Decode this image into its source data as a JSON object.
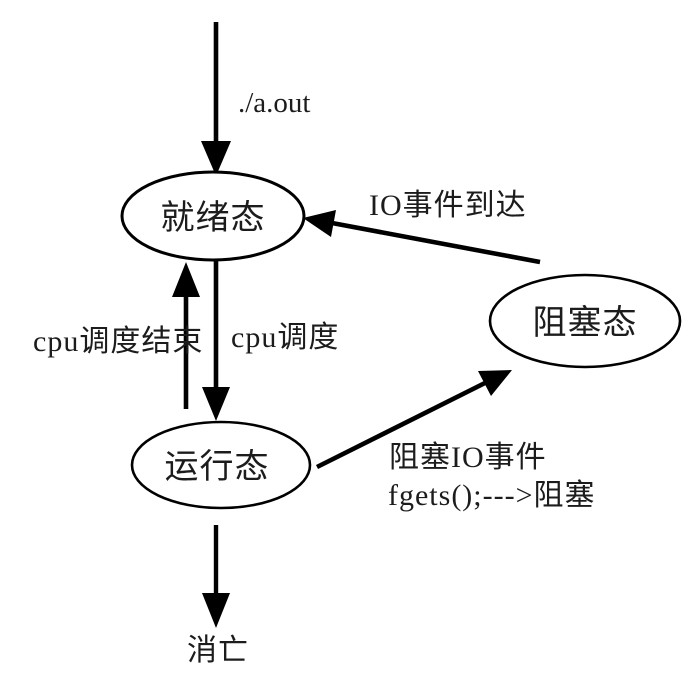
{
  "diagram": {
    "background_color": "#ffffff",
    "line_color": "#000000",
    "text_color": "#1c1c1c",
    "nodes": {
      "ready": {
        "label": "就绪态"
      },
      "running": {
        "label": "运行态"
      },
      "blocked": {
        "label": "阻塞态"
      }
    },
    "edges": {
      "launch": {
        "label": "./a.out",
        "from": "start",
        "to": "ready"
      },
      "io_arrival": {
        "label": "IO事件到达",
        "from": "blocked",
        "to": "ready"
      },
      "cpu_schedule": {
        "label": "cpu调度",
        "from": "ready",
        "to": "running"
      },
      "cpu_schedule_end": {
        "label": "cpu调度结束",
        "from": "running",
        "to": "ready"
      },
      "block_io": {
        "label_line1": "阻塞IO事件",
        "label_line2": "fgets();--->阻塞",
        "from": "running",
        "to": "blocked"
      },
      "terminate": {
        "label": "消亡",
        "from": "running",
        "to": "exit"
      }
    }
  }
}
